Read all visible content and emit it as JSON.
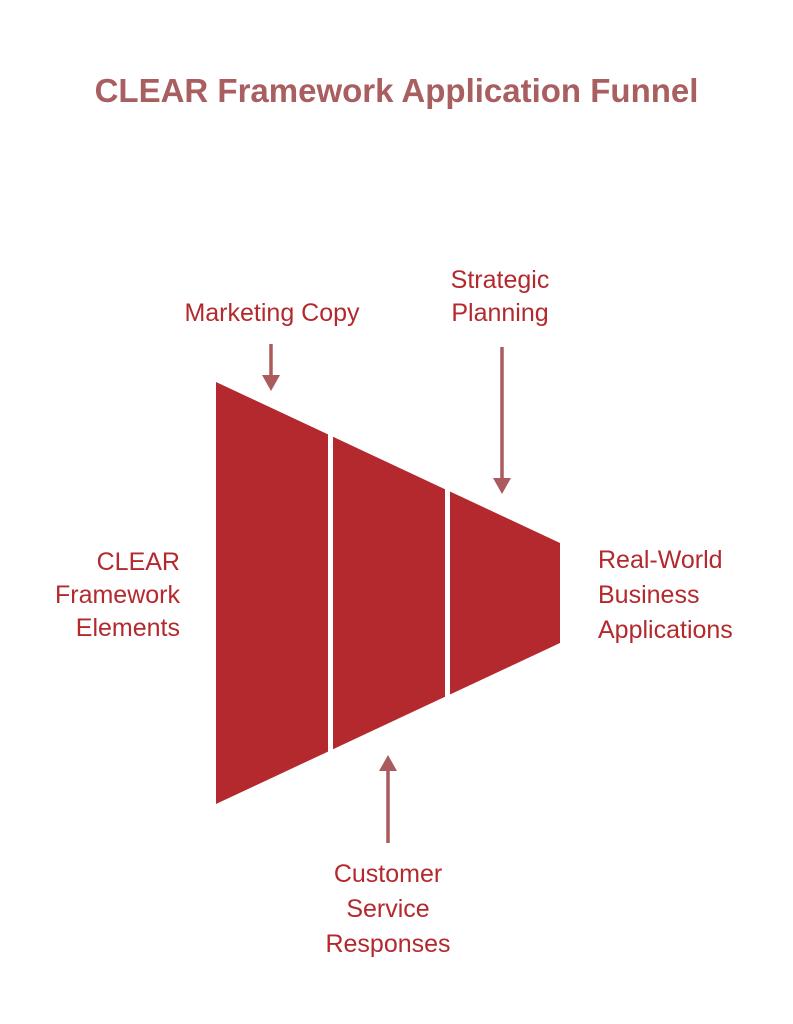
{
  "diagram": {
    "title": "CLEAR Framework Application Funnel",
    "type": "horizontal-funnel",
    "segment_count": 3,
    "colors": {
      "background": "#FFFFFF",
      "funnel_fill": "#B3292D",
      "divider": "#FFFFFF",
      "title_text": "#A95E60",
      "label_text": "#B3292D",
      "arrow": "#AB5B5E"
    },
    "source_label": "CLEAR\nFramework\nElements",
    "output_label": "Real-World\nBusiness\nApplications",
    "callouts": [
      {
        "label": "Marketing Copy",
        "position": "top",
        "arrow_direction": "down",
        "target_segment": 1
      },
      {
        "label": "Strategic\nPlanning",
        "position": "top",
        "arrow_direction": "down",
        "target_segment": 3
      },
      {
        "label": "Customer\nService\nResponses",
        "position": "bottom",
        "arrow_direction": "up",
        "target_segment": 2
      }
    ]
  }
}
